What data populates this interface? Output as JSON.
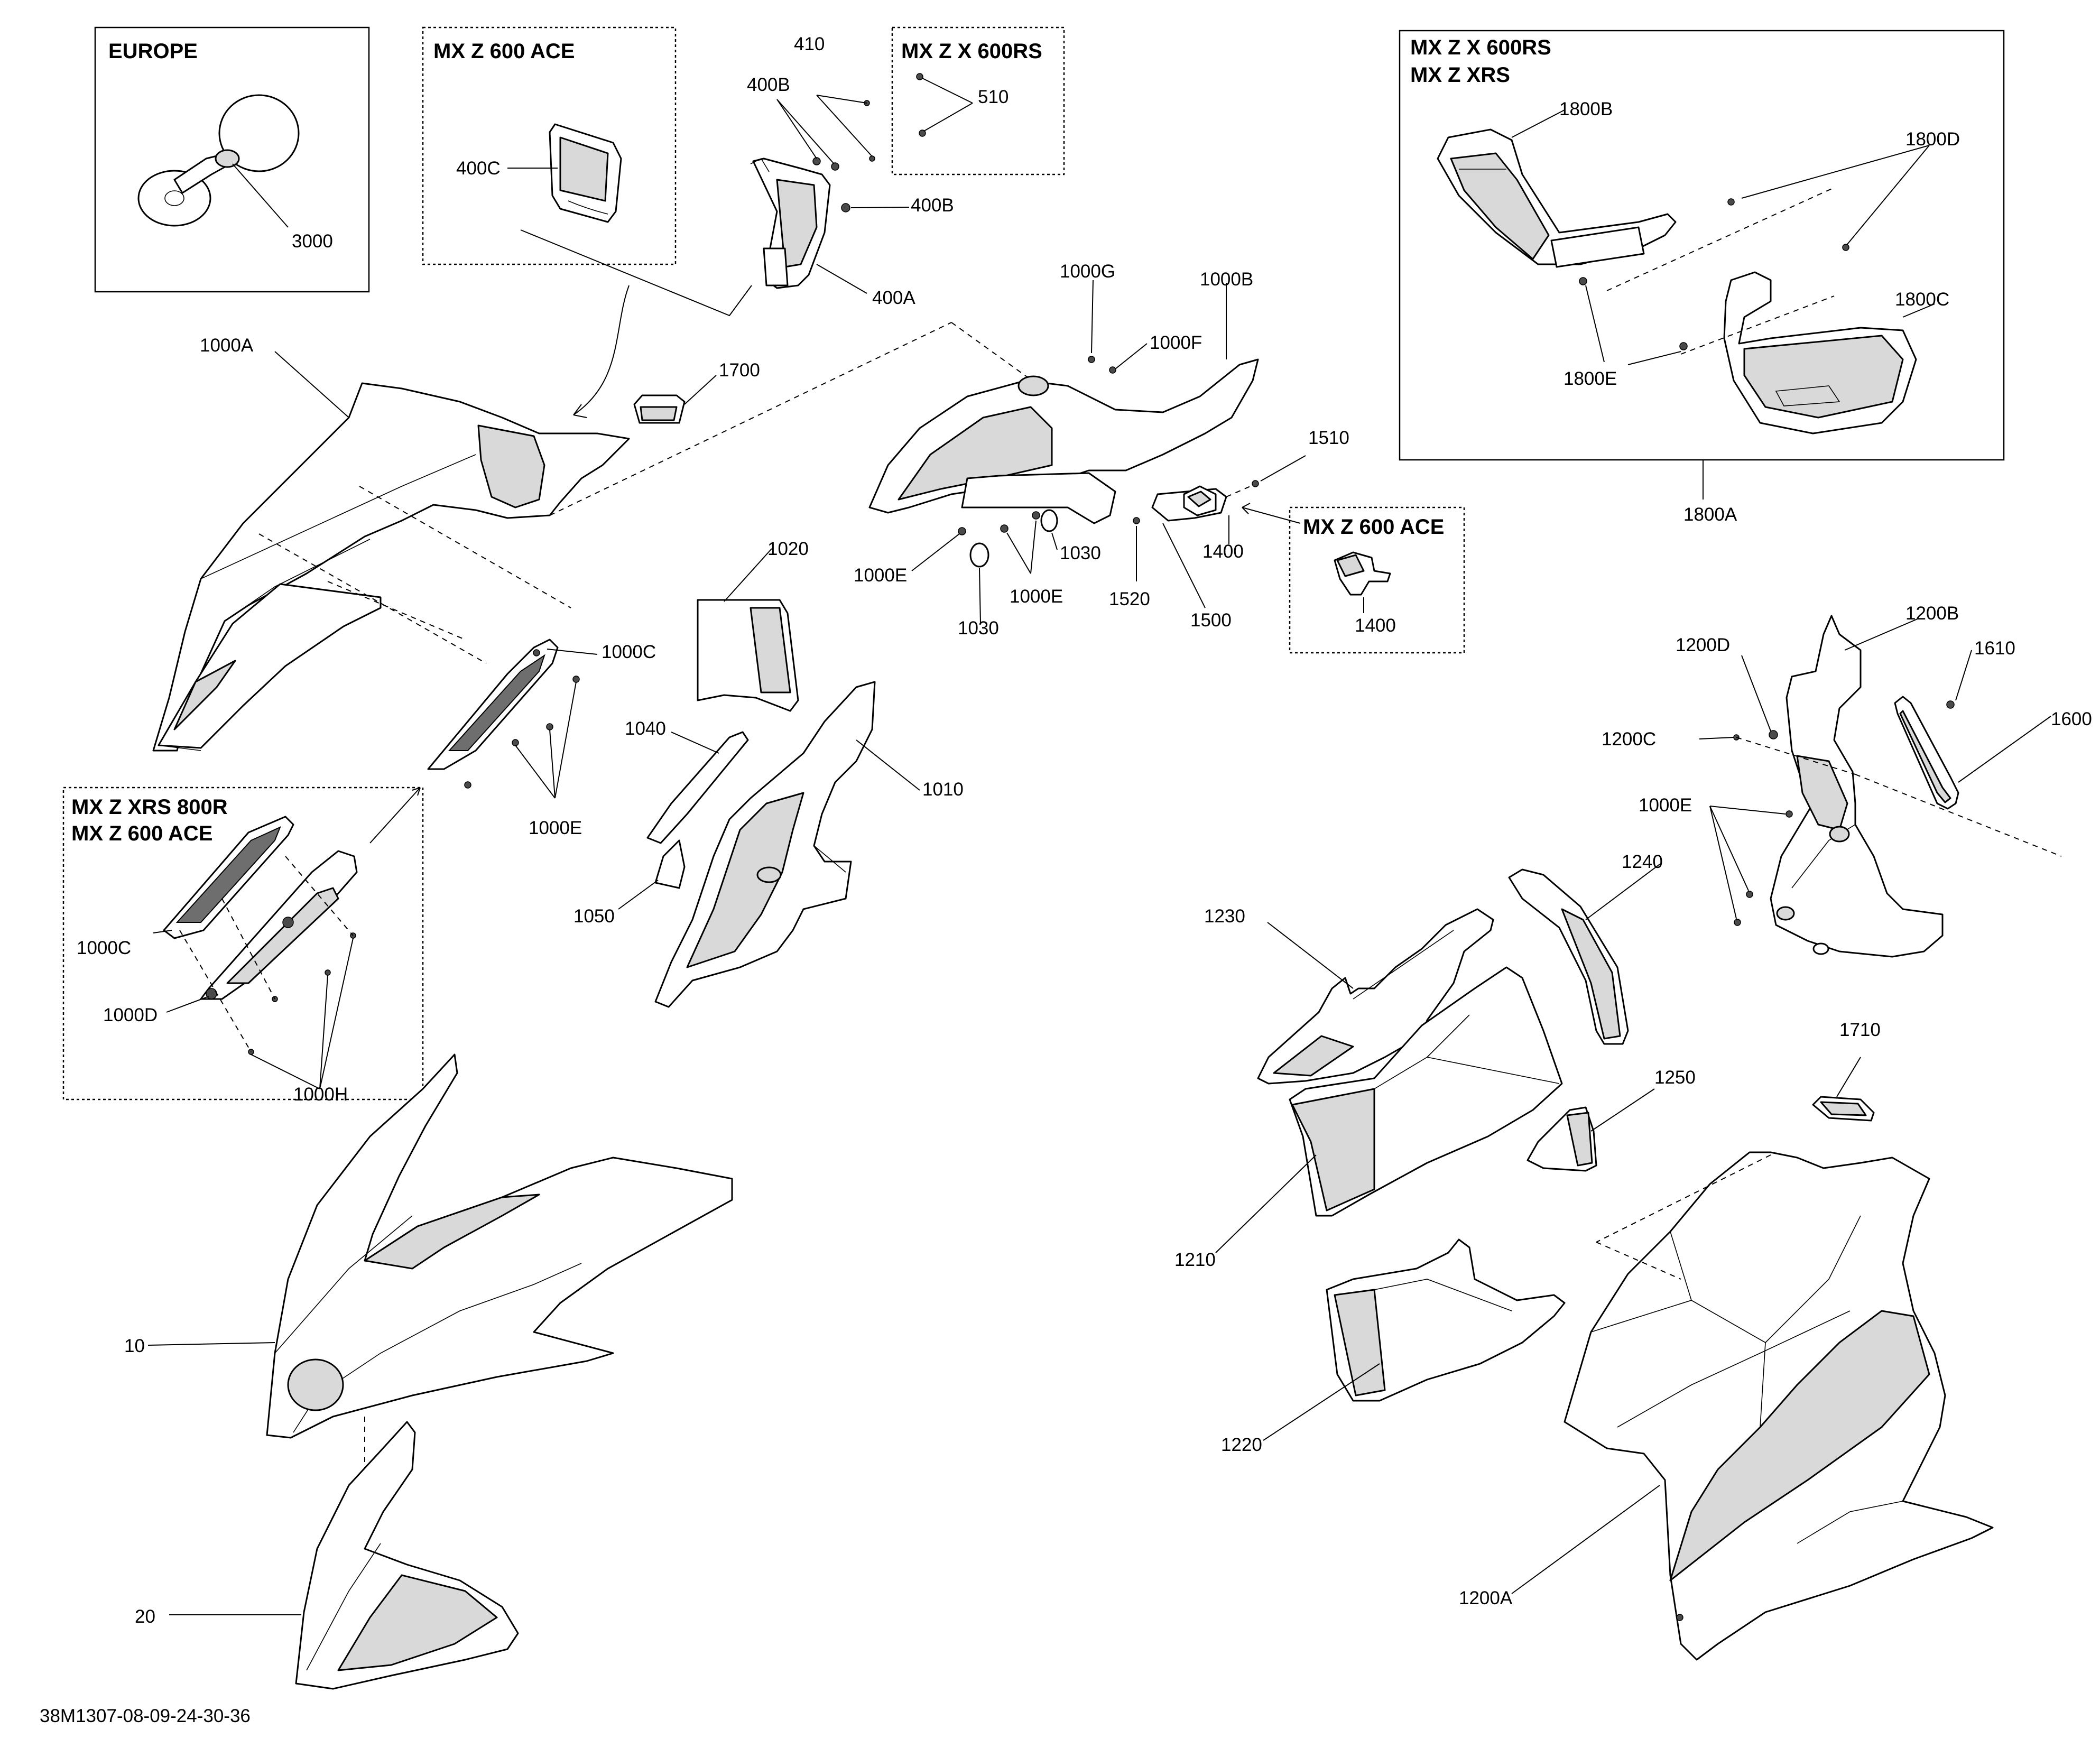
{
  "document_id": "38M1307-08-09-24-30-36",
  "boxes": {
    "europe": "EUROPE",
    "mxz_600ace_top": "MX Z 600 ACE",
    "mxzx_600rs_top": "MX Z X 600RS",
    "handguard_line1": "MX Z X 600RS",
    "handguard_line2": "MX Z XRS",
    "mxz_600ace_right": "MX Z 600 ACE",
    "vent_line1": "MX Z XRS 800R",
    "vent_line2": "MX Z 600 ACE"
  },
  "labels": {
    "l3000": "3000",
    "l400c": "400C",
    "l410": "410",
    "l400b_a": "400B",
    "l510": "510",
    "l400b_b": "400B",
    "l400a": "400A",
    "l1000a": "1000A",
    "l1700": "1700",
    "l1000g": "1000G",
    "l1000b": "1000B",
    "l1000f": "1000F",
    "l1510": "1510",
    "l1000e_a": "1000E",
    "l1000e_b": "1000E",
    "l1030_a": "1030",
    "l1030_b": "1030",
    "l1520": "1520",
    "l1500": "1500",
    "l1400_a": "1400",
    "l1400_b": "1400",
    "l1020": "1020",
    "l1000c_a": "1000C",
    "l1000e_c": "1000E",
    "l1040": "1040",
    "l1010": "1010",
    "l1050": "1050",
    "l1000c_b": "1000C",
    "l1000d": "1000D",
    "l1000h": "1000H",
    "l10": "10",
    "l20": "20",
    "l1800b": "1800B",
    "l1800d": "1800D",
    "l1800c": "1800C",
    "l1800e": "1800E",
    "l1800a": "1800A",
    "l1200d": "1200D",
    "l1200b": "1200B",
    "l1610": "1610",
    "l1600": "1600",
    "l1200c": "1200C",
    "l1000e_d": "1000E",
    "l1230": "1230",
    "l1240": "1240",
    "l1210": "1210",
    "l1250": "1250",
    "l1710": "1710",
    "l1220": "1220",
    "l1200a": "1200A"
  }
}
